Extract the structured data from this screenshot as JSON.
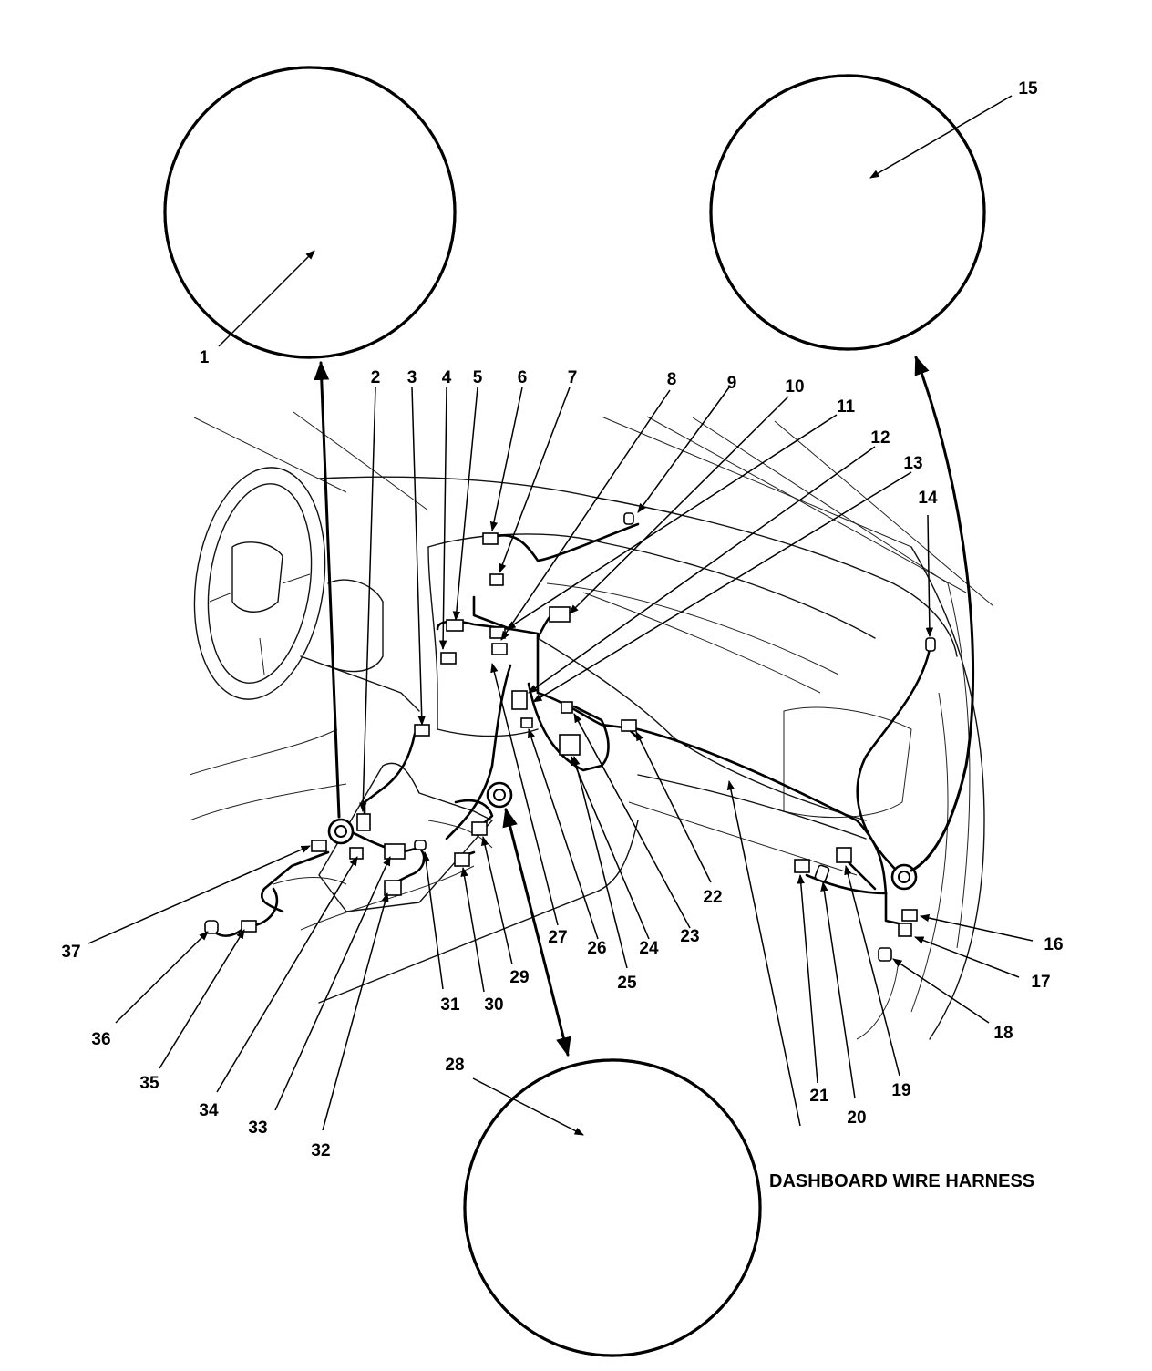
{
  "caption": "DASHBOARD WIRE HARNESS",
  "callouts": [
    "1",
    "2",
    "3",
    "4",
    "5",
    "6",
    "7",
    "8",
    "9",
    "10",
    "11",
    "12",
    "13",
    "14",
    "15",
    "16",
    "17",
    "18",
    "19",
    "20",
    "21",
    "22",
    "23",
    "24",
    "25",
    "26",
    "27",
    "28",
    "29",
    "30",
    "31",
    "32",
    "33",
    "34",
    "35",
    "36",
    "37"
  ]
}
